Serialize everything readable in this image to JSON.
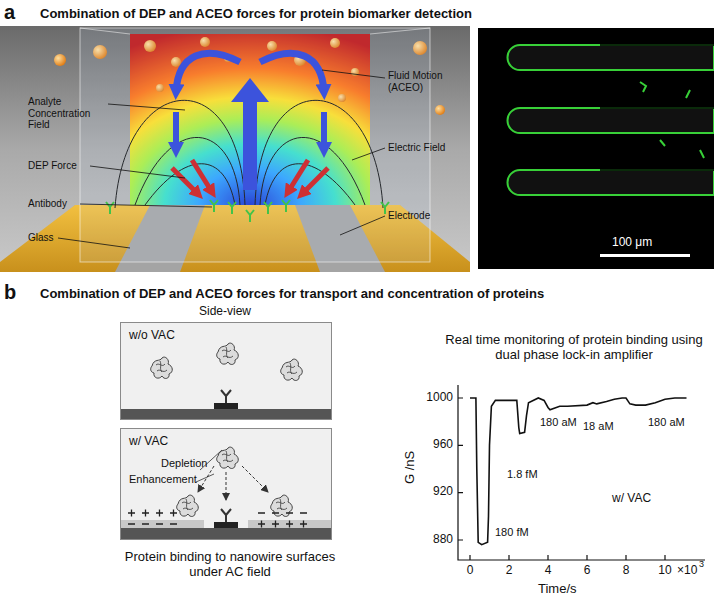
{
  "diagram": {
    "nodes": [
      {
        "text": [
          "w/o VAC"
        ]
      },
      {
        "text": [
          "w/ VAC",
          "Depletion",
          "Enhancement"
        ]
      }
    ],
    "labels": [
      "a",
      "Combination of DEP and ACEO forces for protein biomarker detection",
      "Analyte Concentration Field",
      "DEP Force",
      "Antibody",
      "Glass",
      "Fluid Motion (ACEO)",
      "Electric Field",
      "Electrode",
      "100 μm",
      "b",
      "Combination of DEP and ACEO forces for transport and concentration of proteins",
      "Side-view",
      "Protein binding to nanowire surfaces under AC field",
      "Real time monitoring of protein binding using dual phase lock-in amplifier",
      "1000",
      "960",
      "920",
      "880",
      "G /nS",
      "0",
      "2",
      "4",
      "6",
      "8",
      "10",
      "×10",
      "3",
      "Time/s",
      "180 fM",
      "1.8 fM",
      "180 aM",
      "18 aM",
      "180 aM",
      "w/ VAC"
    ]
  }
}
